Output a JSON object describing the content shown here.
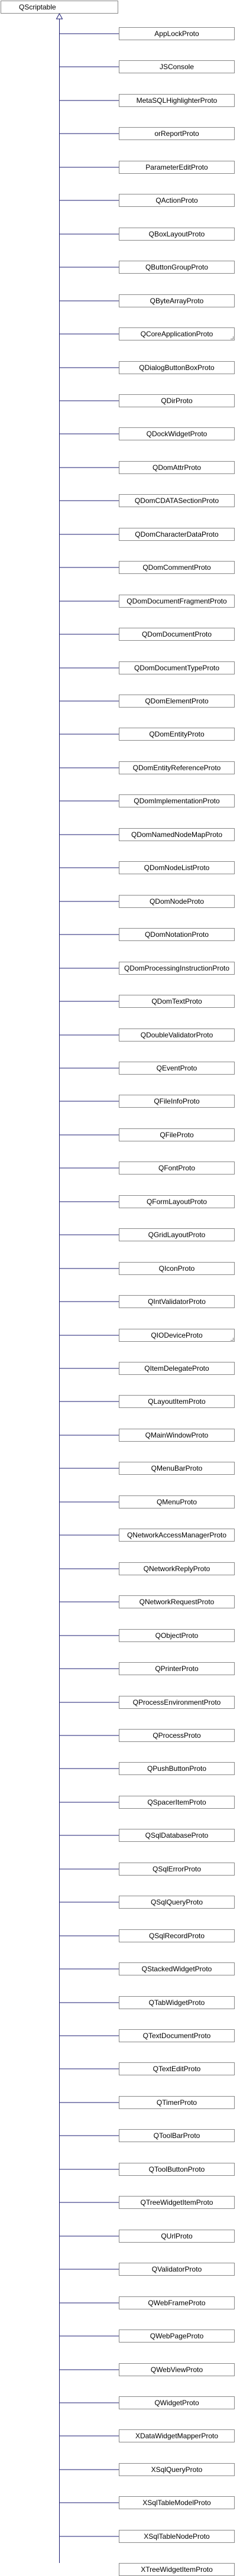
{
  "root": "QScriptable",
  "children": [
    {
      "label": "AppLockProto"
    },
    {
      "label": "JSConsole"
    },
    {
      "label": "MetaSQLHighlighterProto"
    },
    {
      "label": "orReportProto"
    },
    {
      "label": "ParameterEditProto"
    },
    {
      "label": "QActionProto"
    },
    {
      "label": "QBoxLayoutProto"
    },
    {
      "label": "QButtonGroupProto"
    },
    {
      "label": "QByteArrayProto"
    },
    {
      "label": "QCoreApplicationProto",
      "more": true
    },
    {
      "label": "QDialogButtonBoxProto"
    },
    {
      "label": "QDirProto"
    },
    {
      "label": "QDockWidgetProto"
    },
    {
      "label": "QDomAttrProto"
    },
    {
      "label": "QDomCDATASectionProto"
    },
    {
      "label": "QDomCharacterDataProto"
    },
    {
      "label": "QDomCommentProto"
    },
    {
      "label": "QDomDocumentFragmentProto"
    },
    {
      "label": "QDomDocumentProto"
    },
    {
      "label": "QDomDocumentTypeProto"
    },
    {
      "label": "QDomElementProto"
    },
    {
      "label": "QDomEntityProto"
    },
    {
      "label": "QDomEntityReferenceProto"
    },
    {
      "label": "QDomImplementationProto"
    },
    {
      "label": "QDomNamedNodeMapProto"
    },
    {
      "label": "QDomNodeListProto"
    },
    {
      "label": "QDomNodeProto"
    },
    {
      "label": "QDomNotationProto"
    },
    {
      "label": "QDomProcessingInstructionProto"
    },
    {
      "label": "QDomTextProto"
    },
    {
      "label": "QDoubleValidatorProto"
    },
    {
      "label": "QEventProto"
    },
    {
      "label": "QFileInfoProto"
    },
    {
      "label": "QFileProto"
    },
    {
      "label": "QFontProto"
    },
    {
      "label": "QFormLayoutProto"
    },
    {
      "label": "QGridLayoutProto"
    },
    {
      "label": "QIconProto"
    },
    {
      "label": "QIntValidatorProto"
    },
    {
      "label": "QIODeviceProto",
      "more": true
    },
    {
      "label": "QItemDelegateProto"
    },
    {
      "label": "QLayoutItemProto"
    },
    {
      "label": "QMainWindowProto"
    },
    {
      "label": "QMenuBarProto"
    },
    {
      "label": "QMenuProto"
    },
    {
      "label": "QNetworkAccessManagerProto"
    },
    {
      "label": "QNetworkReplyProto"
    },
    {
      "label": "QNetworkRequestProto"
    },
    {
      "label": "QObjectProto"
    },
    {
      "label": "QPrinterProto"
    },
    {
      "label": "QProcessEnvironmentProto"
    },
    {
      "label": "QProcessProto"
    },
    {
      "label": "QPushButtonProto"
    },
    {
      "label": "QSpacerItemProto"
    },
    {
      "label": "QSqlDatabaseProto"
    },
    {
      "label": "QSqlErrorProto"
    },
    {
      "label": "QSqlQueryProto"
    },
    {
      "label": "QSqlRecordProto"
    },
    {
      "label": "QStackedWidgetProto"
    },
    {
      "label": "QTabWidgetProto"
    },
    {
      "label": "QTextDocumentProto"
    },
    {
      "label": "QTextEditProto"
    },
    {
      "label": "QTimerProto"
    },
    {
      "label": "QToolBarProto"
    },
    {
      "label": "QToolButtonProto"
    },
    {
      "label": "QTreeWidgetItemProto"
    },
    {
      "label": "QUrlProto"
    },
    {
      "label": "QValidatorProto"
    },
    {
      "label": "QWebFrameProto"
    },
    {
      "label": "QWebPageProto"
    },
    {
      "label": "QWebViewProto"
    },
    {
      "label": "QWidgetProto"
    },
    {
      "label": "XDataWidgetMapperProto"
    },
    {
      "label": "XSqlQueryProto"
    },
    {
      "label": "XSqlTableModelProto"
    },
    {
      "label": "XSqlTableNodeProto"
    },
    {
      "label": "XTreeWidgetItemProto"
    }
  ],
  "colors": {
    "node_border": "#868686",
    "edge": "#191970",
    "background": "#ffffff"
  }
}
